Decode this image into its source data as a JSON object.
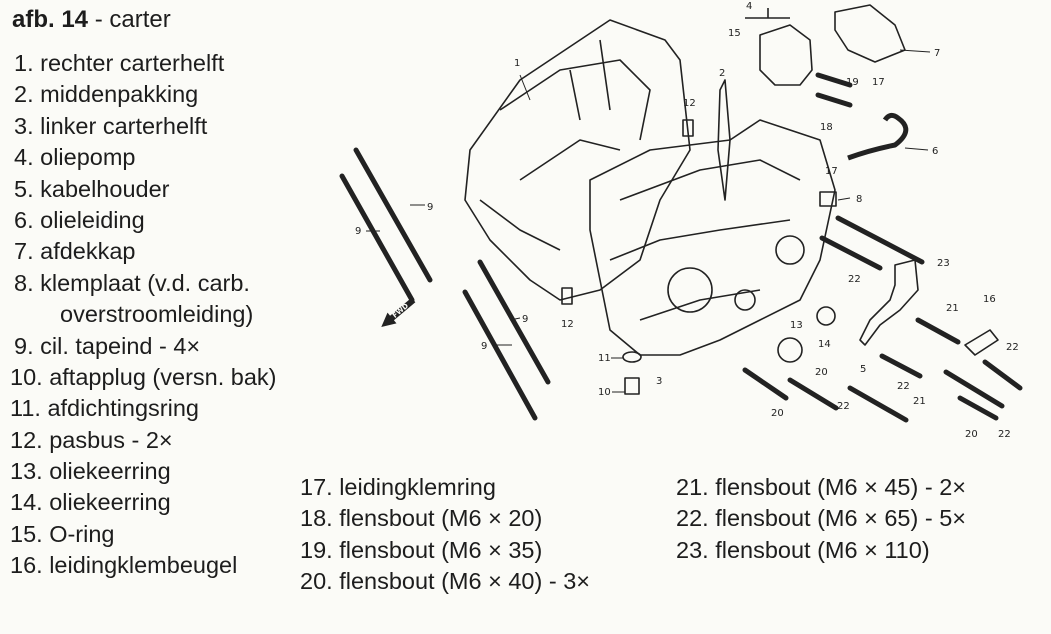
{
  "title": {
    "bold": "afb. 14",
    "rest": " - carter"
  },
  "parts": [
    "1. rechter carterhelft",
    "2. middenpakking",
    "3. linker carterhelft",
    "4. oliepomp",
    "5. kabelhouder",
    "6. olieleiding",
    "7. afdekkap",
    "8. klemplaat (v.d. carb.",
    "overstroomleiding)",
    "9. cil. tapeind - 4×",
    "10. aftapplug (versn. bak)",
    "11. afdichtingsring",
    "12. pasbus - 2×",
    "13. oliekeerring",
    "14. oliekeerring",
    "15. O-ring",
    "16. leidingklembeugel",
    "17. leidingklemring",
    "18. flensbout (M6 × 20)",
    "19. flensbout (M6 × 35)",
    "20. flensbout (M6 × 40) - 3×",
    "21. flensbout (M6 × 45) - 2×",
    "22. flensbout (M6 × 65) - 5×",
    "23. flensbout (M6 × 110)"
  ],
  "diagram": {
    "fwd_label": "FWD",
    "callouts": [
      "1",
      "2",
      "3",
      "4",
      "5",
      "6",
      "7",
      "8",
      "9",
      "9",
      "9",
      "9",
      "10",
      "11",
      "12",
      "12",
      "13",
      "14",
      "15",
      "16",
      "17",
      "17",
      "18",
      "19",
      "20",
      "20",
      "21",
      "21",
      "22",
      "22",
      "22",
      "22",
      "22",
      "23"
    ]
  }
}
